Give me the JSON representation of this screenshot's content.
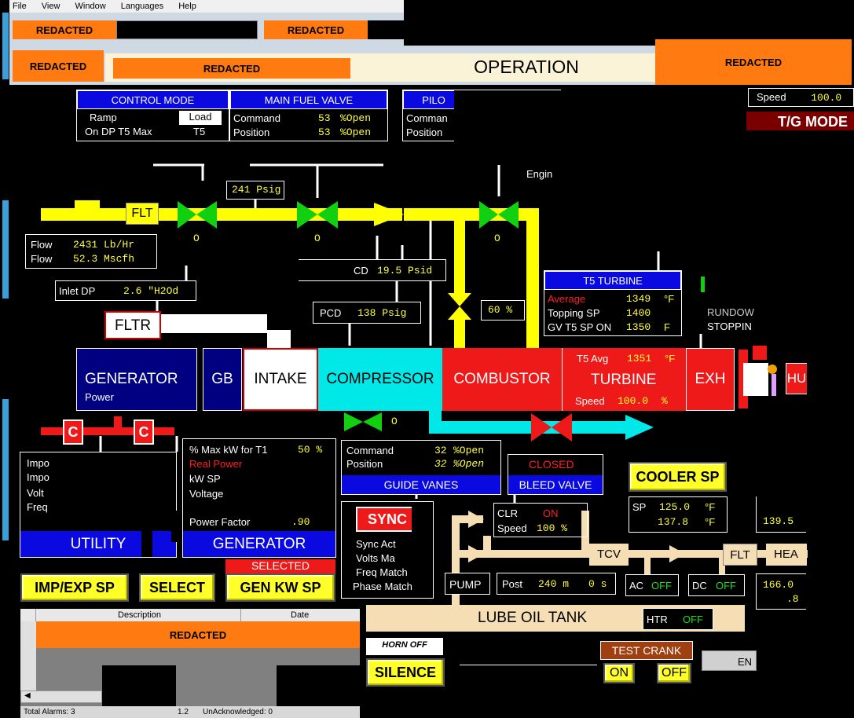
{
  "menu": [
    "File",
    "View",
    "Window",
    "Languages",
    "Help"
  ],
  "header": {
    "redacted": "REDACTED",
    "operation": "OPERATION",
    "speed_label": "Speed",
    "speed_value": "100.0",
    "tg_mode": "T/G MODE"
  },
  "control_mode": {
    "title": "CONTROL MODE",
    "ramp": "Ramp",
    "load_btn": "Load",
    "row2_label": "On DP T5 Max",
    "row2_value": "T5"
  },
  "main_fuel_valve": {
    "title": "MAIN FUEL VALVE",
    "command_label": "Command",
    "command_value": "53",
    "command_unit": "%Open",
    "position_label": "Position",
    "position_value": "53",
    "position_unit": "%Open"
  },
  "pilot": {
    "title": "PILO",
    "command_label": "Comman",
    "position_label": "Position"
  },
  "fuel_line": {
    "engine_label": "Engin",
    "pressure": "241 Psig",
    "flt": "FLT",
    "valve1": "O",
    "valve2": "O",
    "valve3": "O",
    "flow1_label": "Flow",
    "flow1_value": "2431 Lb/Hr",
    "flow2_label": "Flow",
    "flow2_value": "52.3 Mscfh",
    "inlet_dp_label": "Inlet DP",
    "inlet_dp_value": "2.6 \"H2Od",
    "pcd_diff_label": "CD",
    "pcd_diff_value": "19.5 Psid",
    "pcd_label": "PCD",
    "pcd_value": "138 Psig",
    "bleed_pct": "60 %",
    "fltr": "FLTR"
  },
  "t5_turbine": {
    "title": "T5  TURBINE",
    "avg_label": "Average",
    "avg_value": "1349",
    "avg_unit": "°F",
    "top_label": "Topping SP",
    "top_value": "1400",
    "gv_label": "GV T5 SP ON",
    "gv_value": "1350",
    "gv_unit": "F"
  },
  "right_status": {
    "line1": "RUNDOW",
    "line2": "STOPPIN"
  },
  "train": {
    "generator": "GENERATOR",
    "generator_sub": "Power",
    "gb": "GB",
    "intake": "INTAKE",
    "compressor": "COMPRESSOR",
    "combustor": "COMBUSTOR",
    "t5avg_label": "T5 Avg",
    "t5avg_value": "1351",
    "t5avg_unit": "°F",
    "turbine": "TURBINE",
    "speed_label": "Speed",
    "speed_value": "100.0",
    "speed_unit": "%",
    "exh": "EXH",
    "hu": "HU"
  },
  "breakers": {
    "c1": "C",
    "c2": "C"
  },
  "utility_panel": {
    "rows": [
      "Impo",
      "Impo",
      "Volt",
      "Freq"
    ],
    "title": "UTILITY"
  },
  "generator_panel": {
    "max_kw_label": "% Max kW for T1",
    "max_kw_value": "50 %",
    "real_power": "Real Power",
    "kw_sp": "kW SP",
    "voltage": "Voltage",
    "pf_label": "Power Factor",
    "pf_value": ".90",
    "title": "GENERATOR"
  },
  "guide_vanes": {
    "valve": "O",
    "command_label": "Command",
    "command_value": "32",
    "command_unit": "%Open",
    "position_label": "Position",
    "position_value": "32",
    "position_unit": "%Open",
    "title": "GUIDE VANES"
  },
  "bleed_valve": {
    "status": "CLOSED",
    "title": "BLEED VALVE"
  },
  "sync": {
    "button": "SYNC",
    "items": [
      "Sync Act",
      "Volts Ma",
      "Freq Match",
      "Phase Match"
    ]
  },
  "buttons": {
    "imp_exp": "IMP/EXP SP",
    "select": "SELECT",
    "selected": "SELECTED",
    "gen_kw": "GEN KW SP",
    "cooler_sp": "COOLER SP",
    "horn_off": "HORN OFF",
    "silence": "SILENCE",
    "test_crank": "TEST CRANK",
    "on": "ON",
    "off": "OFF",
    "eng": "EN"
  },
  "lube": {
    "clr_label": "CLR",
    "clr_value": "ON",
    "speed_label": "Speed",
    "speed_value": "100 %",
    "sp_label": "SP",
    "sp_value": "125.0",
    "sp_unit": "°F",
    "temp_value": "137.8",
    "temp_unit": "°F",
    "right_temp": "139.5",
    "tcv": "TCV",
    "flt": "FLT",
    "heat": "HEA",
    "pump": "PUMP",
    "post_label": "Post",
    "post_value": "240 m",
    "post_sec": "0 s",
    "ac_label": "AC",
    "ac_value": "OFF",
    "dc_label": "DC",
    "dc_value": "OFF",
    "val1": "166.0",
    "val2": ".8",
    "tank": "LUBE OIL TANK",
    "htr_label": "HTR",
    "htr_value": "OFF"
  },
  "alarms": {
    "col_description": "Description",
    "col_date": "Date",
    "footer1": "Total Alarms: 3",
    "footer2": "1.2",
    "footer3": "UnAcknowledged: 0"
  },
  "colors": {
    "fuel": "#ffff00",
    "generator": "#000080",
    "compressor": "#00e8e8",
    "combustor": "#ee1a1a",
    "valve_green": "#10d010",
    "redacted": "#ff7a10"
  }
}
